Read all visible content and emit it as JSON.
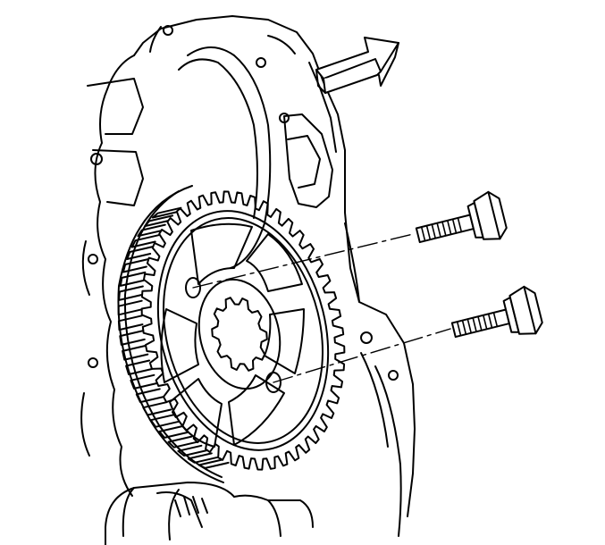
{
  "diagram": {
    "line_color": "#000000",
    "background_color": "#ffffff",
    "gear": {
      "teeth": 48
    },
    "hub": {
      "spline_teeth": 10
    },
    "bolts": [
      {
        "label": "bolt-upper"
      },
      {
        "label": "bolt-lower"
      }
    ],
    "direction_arrow": {
      "icon": "arrow-icon"
    }
  }
}
